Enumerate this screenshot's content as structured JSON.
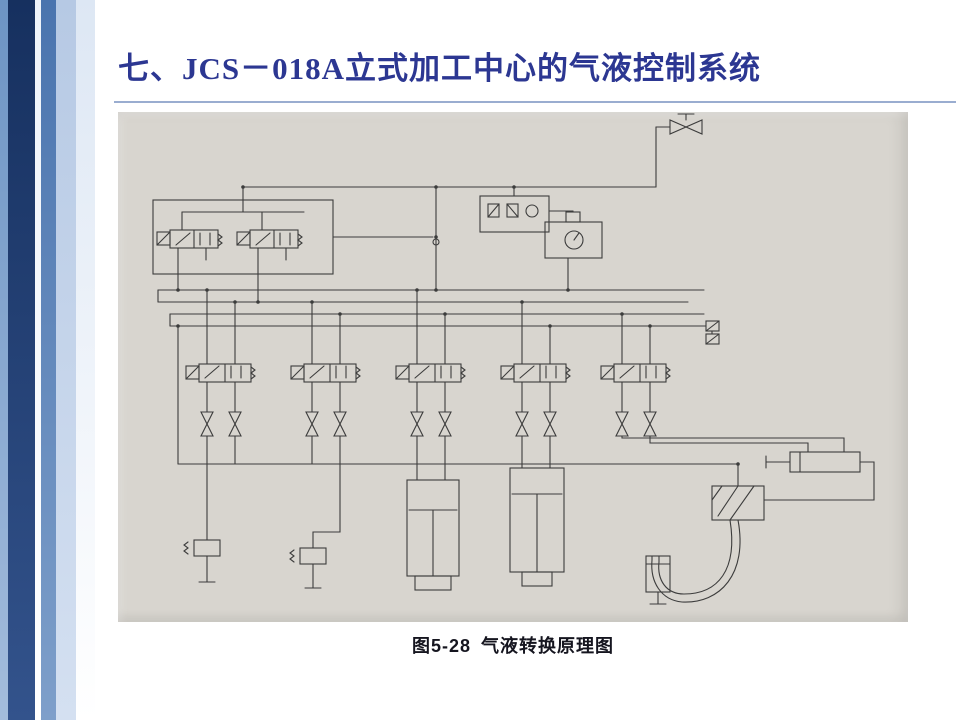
{
  "slide": {
    "title": "七、JCS－018A立式加工中心的气液控制系统",
    "caption": {
      "figure_number": "图5-28",
      "text": "气液转换原理图"
    }
  },
  "figure": {
    "kind": "pneumatic-hydraulic schematic (scanned)",
    "components": [
      "air-supply-shutoff-valve",
      "air-preparation-unit",
      "pressure-gauge-and-switch",
      "pilot-solenoid-valve-box",
      "directional-valve-1",
      "directional-valve-2",
      "directional-valve-3",
      "directional-valve-4",
      "directional-valve-5",
      "flow-control-valve-pairs",
      "vertical-cylinder-1",
      "vertical-cylinder-2",
      "horizontal-cylinder",
      "air-oil-converter",
      "flexible-hose",
      "small-cylinder",
      "drain-valve-assemblies"
    ]
  },
  "colors": {
    "title_text": "#2C3792",
    "title_rule": "#9AADD0",
    "scan_paper": "#D8D5CF",
    "schematic_ink": "#3C3C3C",
    "sidebar_dark_navy": "#16305F",
    "sidebar_mid_blue": "#4A74AE",
    "sidebar_light_blue": "#B6C9E4",
    "caption_text": "#15151F"
  }
}
